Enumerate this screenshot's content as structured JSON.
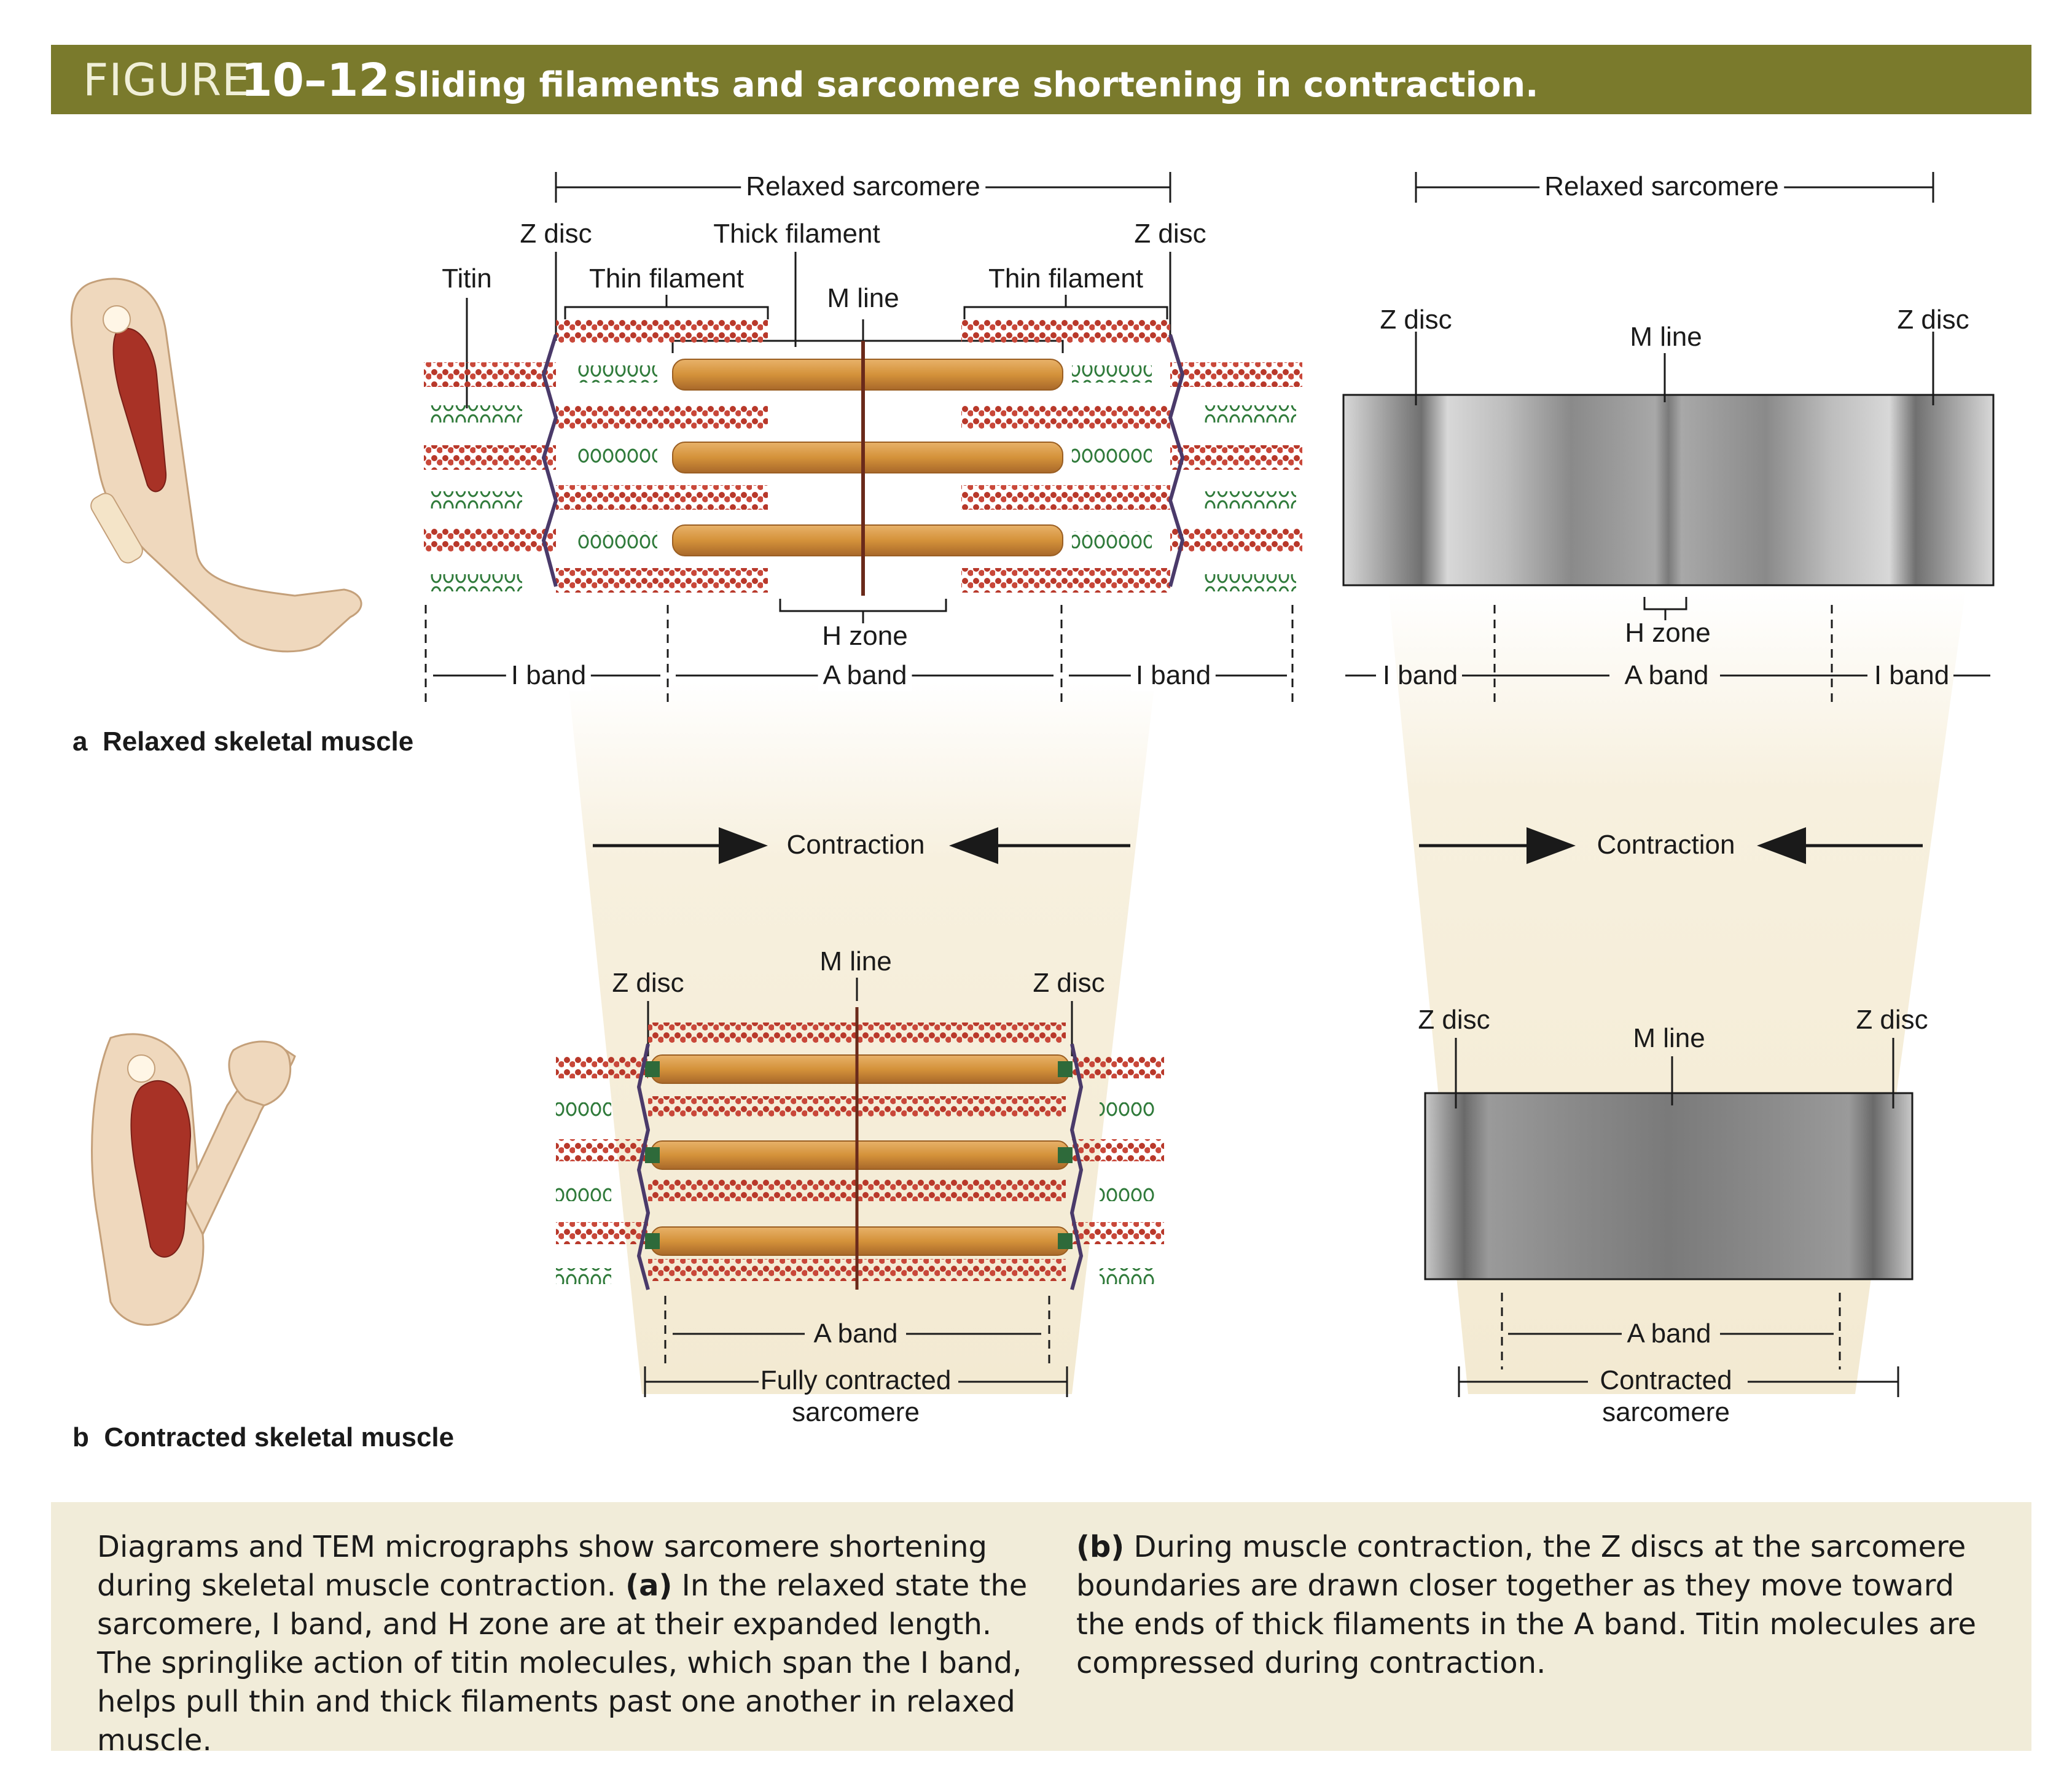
{
  "figure": {
    "label": "FIGURE",
    "number": "10–12",
    "title": "Sliding filaments and sarcomere shortening in contraction."
  },
  "relaxed": {
    "sarcomere_label": "Relaxed sarcomere",
    "z_disc": "Z disc",
    "thick_filament": "Thick filament",
    "titin": "Titin",
    "thin_filament": "Thin filament",
    "m_line": "M line",
    "h_zone": "H zone",
    "i_band": "I band",
    "a_band": "A band",
    "panel_label_letter": "a",
    "panel_label": "Relaxed skeletal muscle"
  },
  "contraction": {
    "label": "Contraction"
  },
  "contracted": {
    "z_disc": "Z disc",
    "m_line": "M line",
    "a_band": "A band",
    "fully_contracted_line1": "Fully contracted",
    "fully_contracted_line2": "sarcomere",
    "contracted_line1": "Contracted",
    "contracted_line2": "sarcomere",
    "panel_label_letter": "b",
    "panel_label": "Contracted skeletal muscle"
  },
  "caption": {
    "left_intro": "Diagrams and TEM micrographs show sarcomere shortening during skeletal muscle contraction.",
    "left_tag": "(a)",
    "left_body": "In the relaxed state the sarcomere, I band, and H zone are at their expanded length. The springlike action of titin molecules, which span the I band, helps pull thin and thick filaments past one another in relaxed muscle.",
    "right_tag": "(b)",
    "right_body": "During muscle contraction, the Z discs at the sarcomere boundaries are drawn closer together as they move toward the ends of thick filaments in the A band. Titin molecules are compressed during contraction."
  },
  "colors": {
    "banner": "#7a7a2c",
    "caption_bg": "#f1ecd9",
    "thick_filament": "#d4923a",
    "thin_filament": "#b8382a",
    "titin": "#2f7a3a",
    "z_disc_line": "#4a3a6a"
  }
}
